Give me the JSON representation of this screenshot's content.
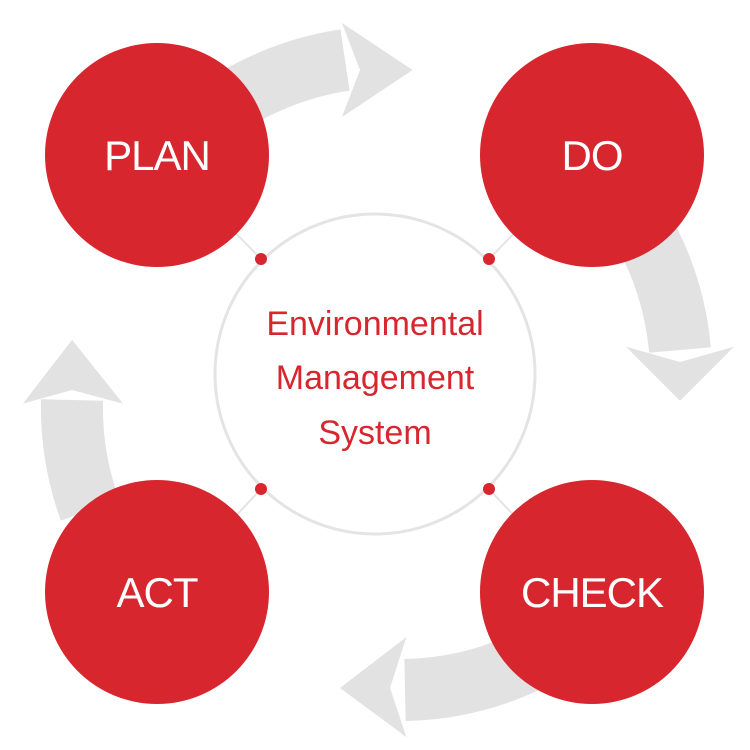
{
  "colors": {
    "node_fill": "#d8262f",
    "node_text": "#ffffff",
    "ring_arrow": "#e2e2e2",
    "center_outline": "#e4e4e4",
    "center_text": "#d8262f"
  },
  "nodes": {
    "plan": {
      "label": "PLAN"
    },
    "do": {
      "label": "DO"
    },
    "check": {
      "label": "CHECK"
    },
    "act": {
      "label": "ACT"
    }
  },
  "center": {
    "lines": [
      "Environmental",
      "Management",
      "System"
    ]
  }
}
